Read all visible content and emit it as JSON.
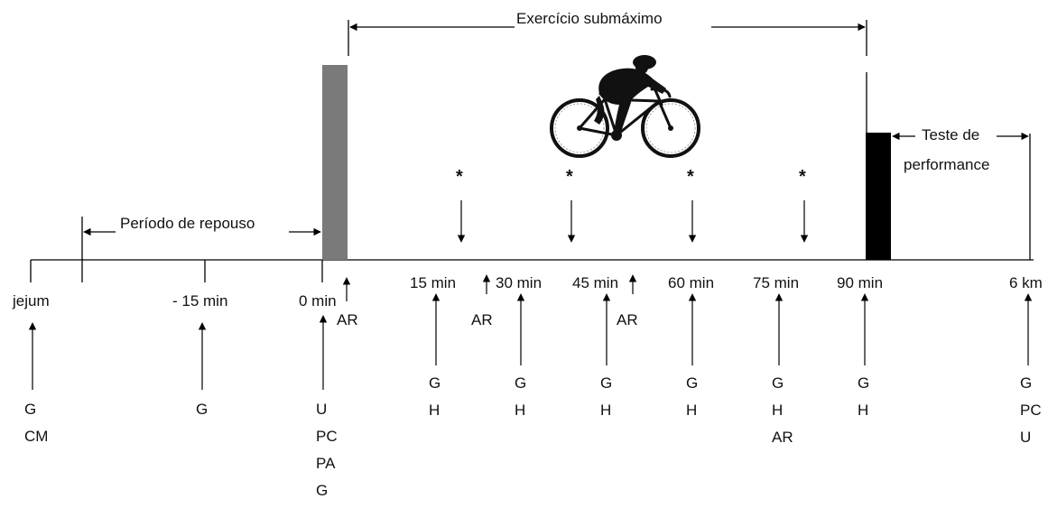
{
  "title": "Exercício submáximo",
  "rest_period_label": "Período de repouso",
  "performance_test_label": "Teste de performance",
  "performance_test_lines": [
    "Teste de",
    "performance"
  ],
  "timeline": {
    "jejum": "jejum",
    "minus15": "- 15 min",
    "t0": "0 min",
    "t15": "15 min",
    "t30": "30 min",
    "t45": "45 min",
    "t60": "60 min",
    "t75": "75 min",
    "t90": "90 min",
    "end": "6 km"
  },
  "ar_label": "AR",
  "star": "*",
  "measurements": {
    "jejum": [
      "G",
      "CM"
    ],
    "minus15": [
      "G"
    ],
    "t0": [
      "U",
      "PC",
      "PA",
      "G"
    ],
    "t15": [
      "G",
      "H"
    ],
    "t30": [
      "G",
      "H"
    ],
    "t45": [
      "G",
      "H"
    ],
    "t60": [
      "G",
      "H"
    ],
    "t75": [
      "G",
      "H",
      "AR"
    ],
    "t90": [
      "G",
      "H"
    ],
    "end": [
      "G",
      "PC",
      "U"
    ]
  },
  "colors": {
    "line": "#000000",
    "warmup_bar": "#7a7a7a",
    "performance_bar": "#000000"
  },
  "icons": {
    "cyclist": "cyclist-silhouette-icon"
  }
}
